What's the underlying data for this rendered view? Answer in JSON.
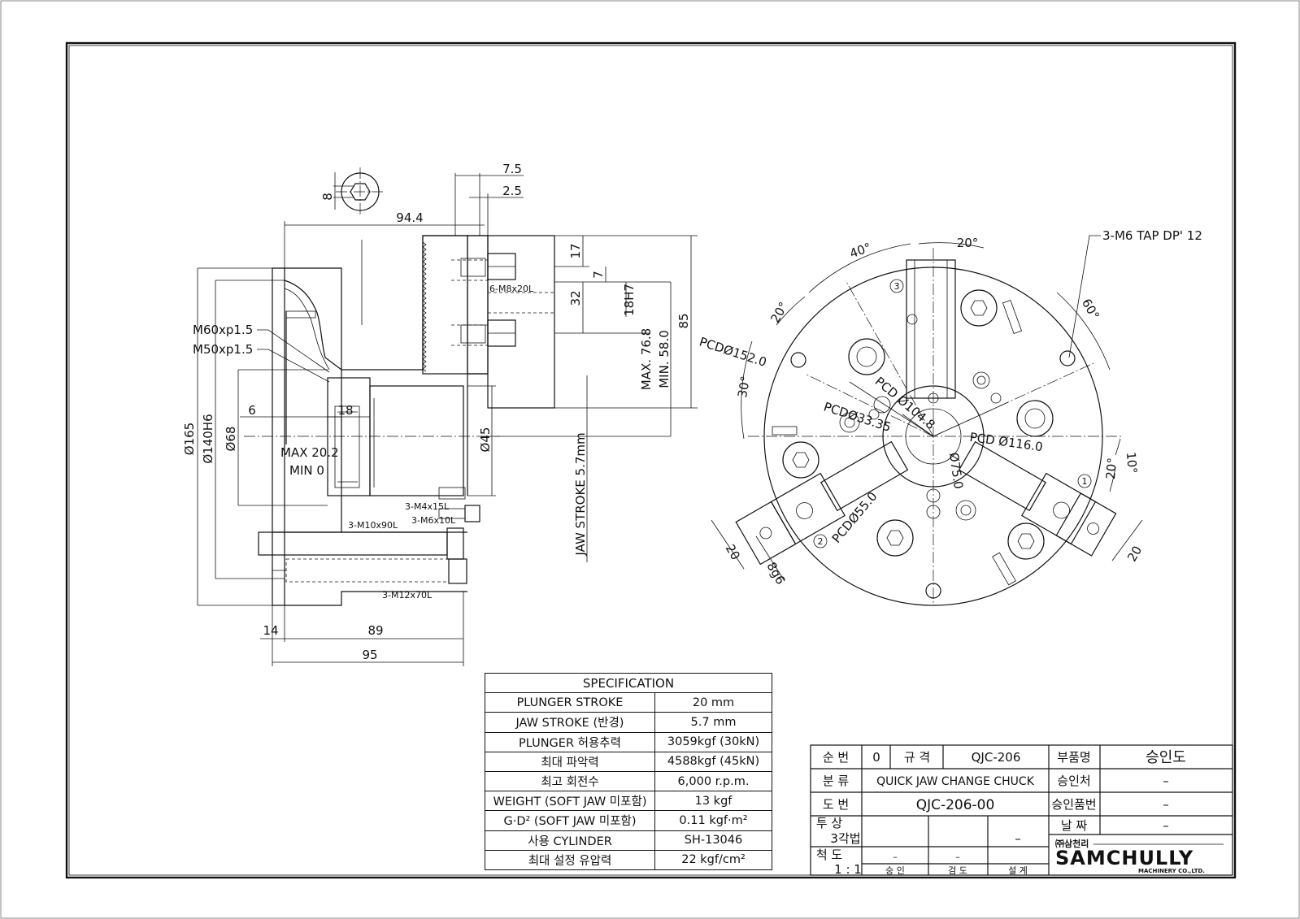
{
  "side_view": {
    "dims": {
      "d7_5": "7.5",
      "d2_5": "2.5",
      "d8": "8",
      "d94_4": "94.4",
      "d17": "17",
      "d7": "7",
      "d32": "32",
      "d18H7": "18H7",
      "d85": "85",
      "dmax768": "MAX. 76.8",
      "dmin580": "MIN. 58.0",
      "m60": "M60xp1.5",
      "m50": "M50xp1.5",
      "d6": "6",
      "d18": "18",
      "d165": "Ø165",
      "d140": "Ø140H6",
      "d68": "Ø68",
      "max202": "MAX 20.2",
      "min0": "MIN 0",
      "d45": "Ø45",
      "jaw": "JAW STROKE 5.7mm",
      "d14": "14",
      "d89": "89",
      "d95": "95"
    },
    "notes": {
      "m8": "6-M8x20L",
      "m4": "3-M4x15L",
      "m6": "3-M6x10L",
      "m10": "3-M10x90L",
      "m12": "3-M12x70L"
    }
  },
  "front_view": {
    "tap_note": "3-M6 TAP DP' 12",
    "a40": "40°",
    "a20top": "20°",
    "a20left": "20°",
    "a60": "60°",
    "a30": "30°",
    "a20right": "20°",
    "a10": "10°",
    "pcd152": "PCDØ152.0",
    "pcd104": "PCD Ø104.8",
    "pcd33": "PCDØ33.35",
    "pcd116": "PCD Ø116.0",
    "d75": "Ø75.0",
    "pcd55": "PCDØ55.0",
    "d20a": "20",
    "d8g6": "8g6",
    "d20b": "20",
    "mark1": "1",
    "mark2": "2",
    "mark3": "3"
  },
  "specification": {
    "title": "SPECIFICATION",
    "rows": [
      {
        "label": "PLUNGER STROKE",
        "value": "20  mm"
      },
      {
        "label": "JAW STROKE (반경)",
        "value": "5.7  mm"
      },
      {
        "label": "PLUNGER 허용추력",
        "value": "3059kgf (30kN)"
      },
      {
        "label": "최대 파악력",
        "value": "4588kgf (45kN)"
      },
      {
        "label": "최고 회전수",
        "value": "6,000 r.p.m."
      },
      {
        "label": "WEIGHT (SOFT JAW 미포함)",
        "value": "13 kgf"
      },
      {
        "label": "G·D² (SOFT JAW 미포함)",
        "value": "0.11 kgf·m²"
      },
      {
        "label": "사용 CYLINDER",
        "value": "SH-13046"
      },
      {
        "label": "최대 설정 유압력",
        "value": "22 kgf/cm²"
      }
    ]
  },
  "title_block": {
    "seq_label": "순   번",
    "seq_value": "0",
    "spec_label": "규   격",
    "spec_value": "QJC-206",
    "part_label": "부품명",
    "part_value": "승인도",
    "class_label": "분   류",
    "class_value": "QUICK JAW CHANGE CHUCK",
    "approver_label": "승인처",
    "approver_value": "–",
    "dwg_label": "도   번",
    "dwg_value": "QJC-206-00",
    "approval_no_label": "승인품번",
    "approval_no_value": "–",
    "proj_label": "투   상",
    "proj_value": "3각법",
    "date_label": "날   짜",
    "date_value": "–",
    "scale_label": "척   도",
    "scale_value": "1 : 1",
    "blank1": "–",
    "blank2": "–",
    "blank3": "–",
    "sign1": "승   인",
    "sign2": "검   도",
    "sign3": "설   계",
    "company_kr": "㈜삼천리",
    "company": "SAMCHULLY",
    "company_sub": "MACHINERY CO.,LTD."
  }
}
